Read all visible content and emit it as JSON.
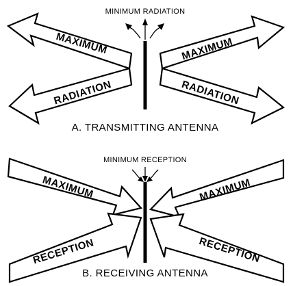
{
  "transmitting": {
    "top_label": "MINIMUM RADIATION",
    "arrow_word_upper": "MAXIMUM",
    "arrow_word_lower": "RADIATION",
    "caption": "A. TRANSMITTING ANTENNA"
  },
  "receiving": {
    "top_label": "MINIMUM RECEPTION",
    "arrow_word_upper": "MAXIMUM",
    "arrow_word_lower": "RECEPTION",
    "caption": "B. RECEIVING ANTENNA"
  },
  "colors": {
    "ink": "#000000",
    "paper": "#ffffff"
  }
}
